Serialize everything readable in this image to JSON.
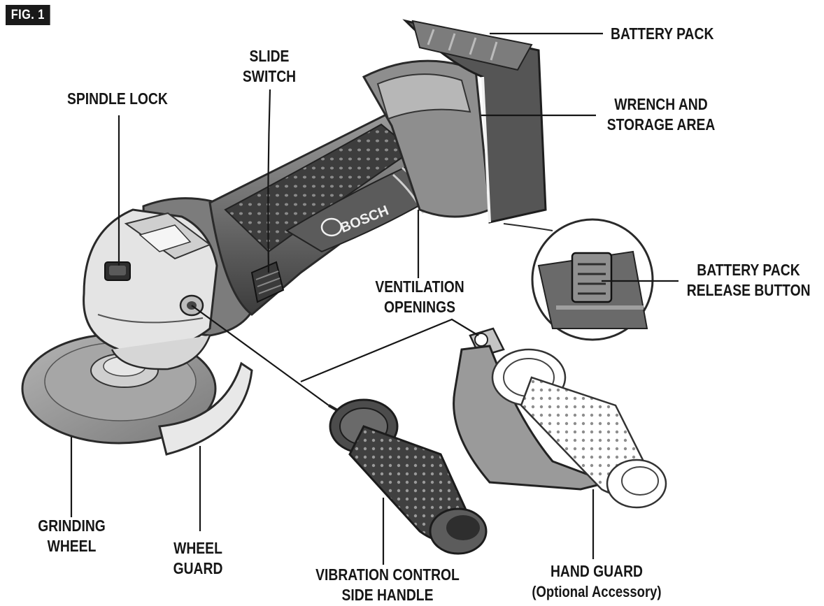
{
  "figure": {
    "tag": "FIG. 1"
  },
  "brand": {
    "logo_text": "BOSCH"
  },
  "labels": {
    "battery_pack": [
      "BATTERY PACK"
    ],
    "slide_switch": [
      "SLIDE",
      "SWITCH"
    ],
    "spindle_lock": [
      "SPINDLE LOCK"
    ],
    "wrench_storage": [
      "WRENCH AND",
      "STORAGE AREA"
    ],
    "battery_release": [
      "BATTERY PACK",
      "RELEASE BUTTON"
    ],
    "ventilation": [
      "VENTILATION",
      "OPENINGS"
    ],
    "grinding_wheel": [
      "GRINDING",
      "WHEEL"
    ],
    "wheel_guard": [
      "WHEEL",
      "GUARD"
    ],
    "vibration_handle": [
      "VIBRATION CONTROL",
      "SIDE HANDLE"
    ],
    "hand_guard": [
      "HAND GUARD",
      "(Optional Accessory)"
    ]
  },
  "colors": {
    "ink": "#161616",
    "body_dark": "#4a4a4a",
    "body_mid": "#8c8c8c",
    "body_light": "#d2d2d2",
    "wheel": "#9a9a9a"
  }
}
